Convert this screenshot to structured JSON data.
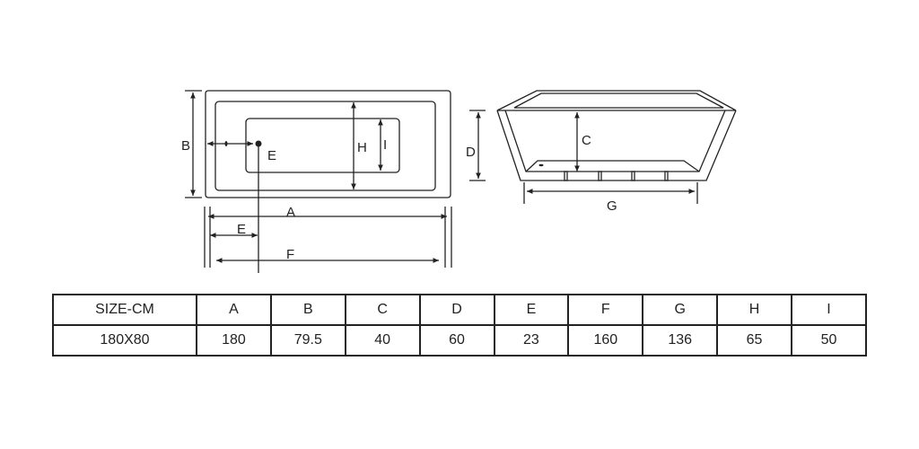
{
  "diagram": {
    "top_view_labels": {
      "B": "B",
      "E_point": "E",
      "H": "H",
      "I": "I",
      "A": "A",
      "E": "E",
      "F": "F"
    },
    "side_view_labels": {
      "C": "C",
      "D": "D",
      "G": "G"
    }
  },
  "table": {
    "headers": [
      "SIZE-CM",
      "A",
      "B",
      "C",
      "D",
      "E",
      "F",
      "G",
      "H",
      "I"
    ],
    "rows": [
      [
        "180X80",
        "180",
        "79.5",
        "40",
        "60",
        "23",
        "160",
        "136",
        "65",
        "50"
      ]
    ]
  }
}
